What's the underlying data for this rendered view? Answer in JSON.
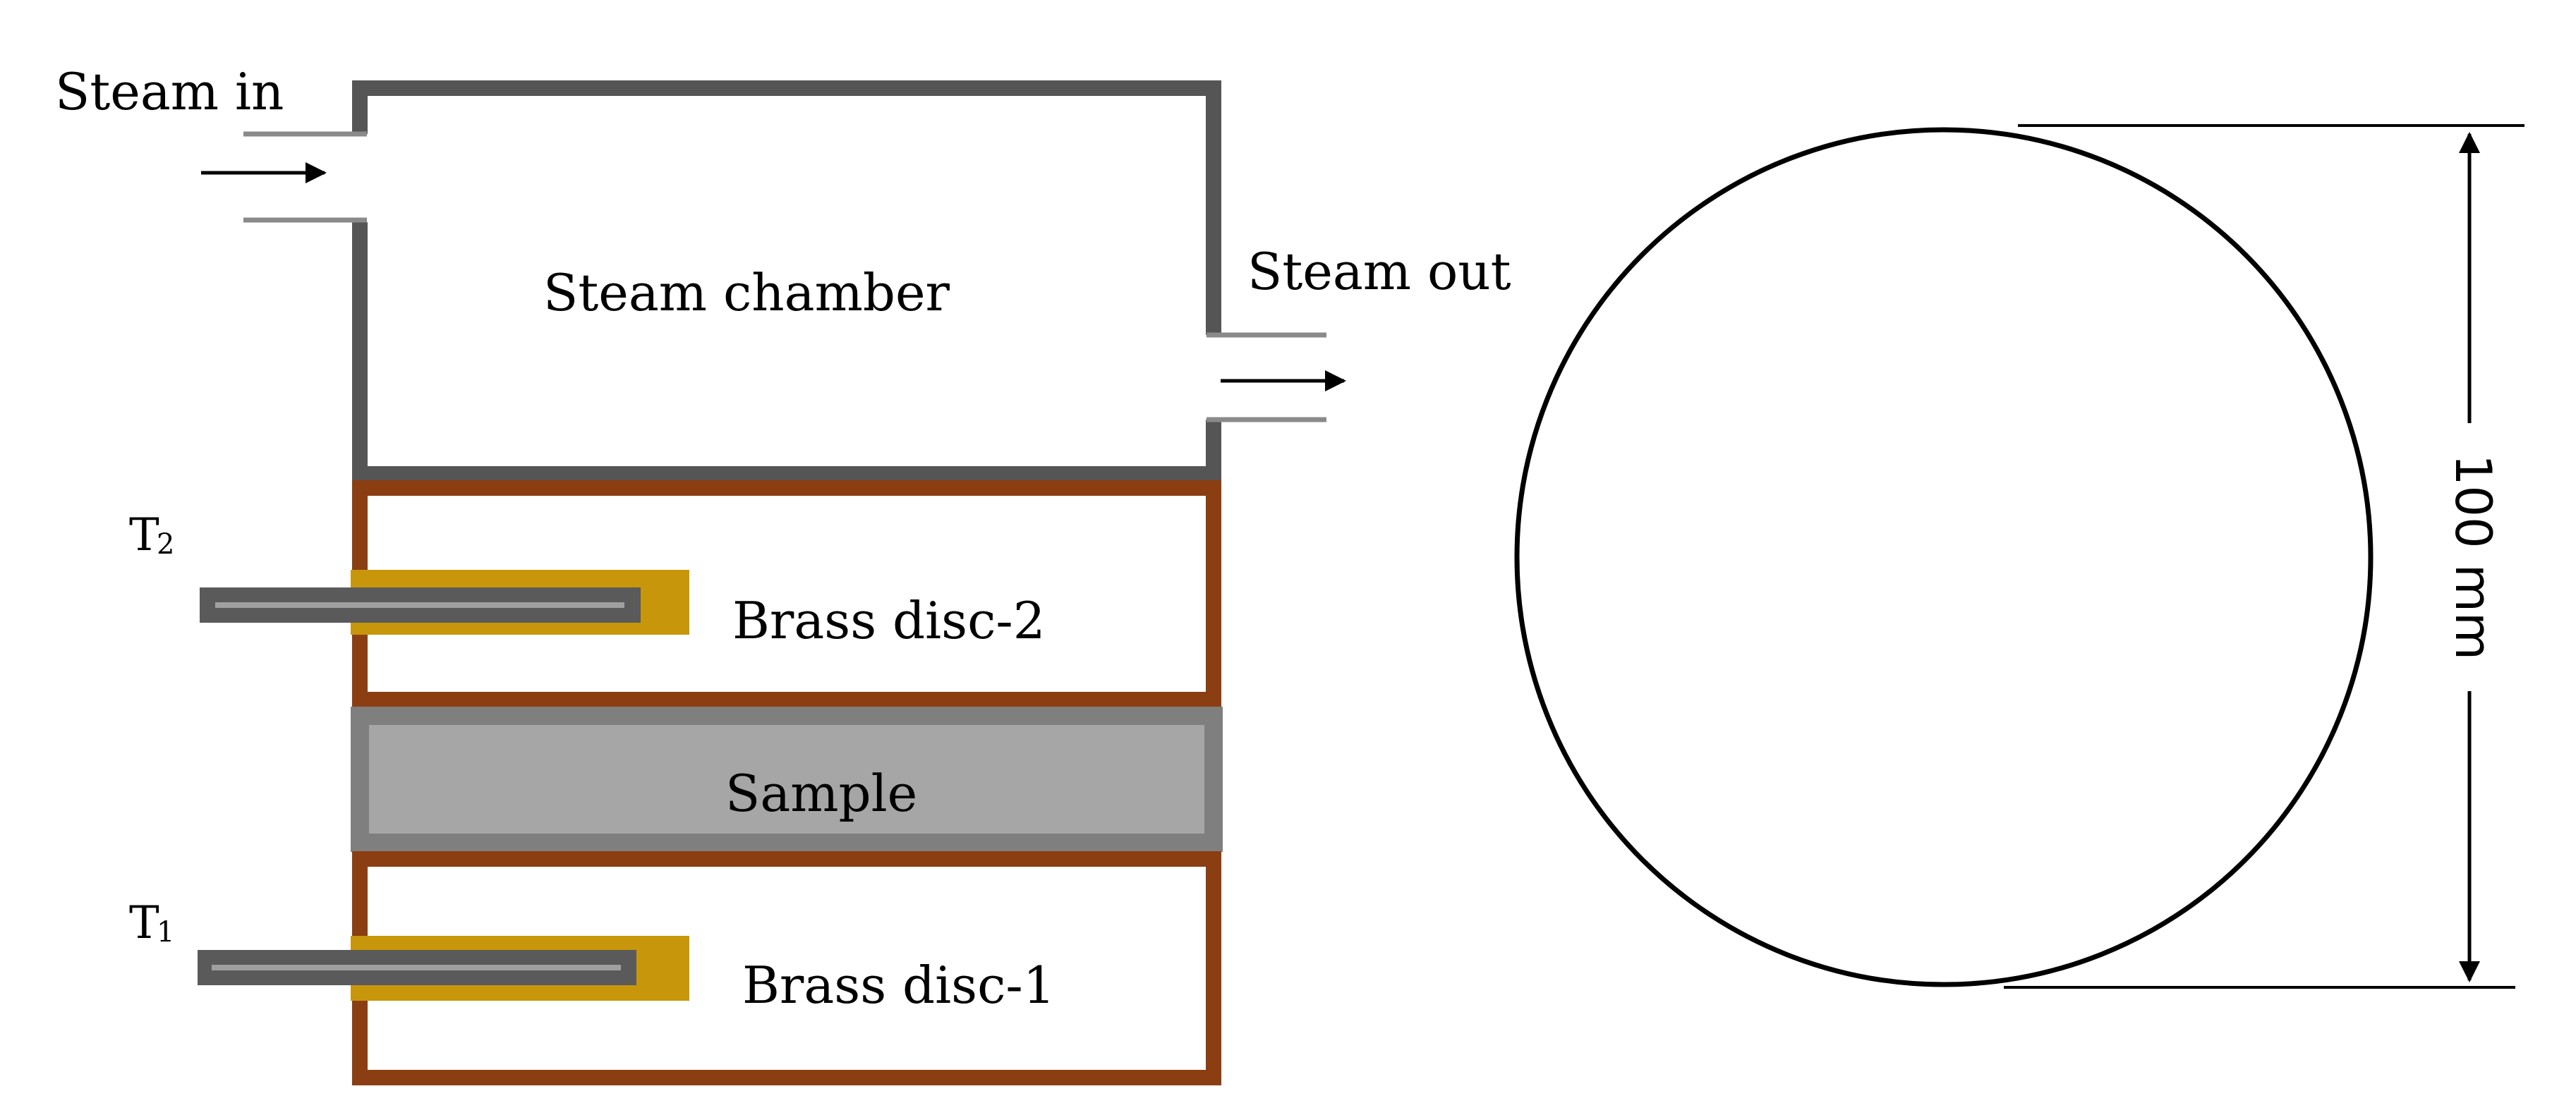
{
  "labels": {
    "steam_in": "Steam in",
    "steam_out": "Steam out",
    "steam_chamber": "Steam chamber",
    "brass_disc_2": "Brass disc-2",
    "sample": "Sample",
    "brass_disc_1": "Brass disc-1",
    "t2": "T",
    "t2_sub": "2",
    "t1": "T",
    "t1_sub": "1",
    "dimension": "100 mm"
  },
  "colors": {
    "chamber_wall": "#555555",
    "pipe": "#8a8a8a",
    "brass_frame": "#8b3e12",
    "sample_border": "#7f7f7f",
    "sample_fill": "#a6a6a6",
    "thermocouple_sleeve": "#c8960a",
    "thermocouple_probe": "#5a5a5a",
    "probe_core": "#a0a0a0",
    "line": "#000000"
  }
}
